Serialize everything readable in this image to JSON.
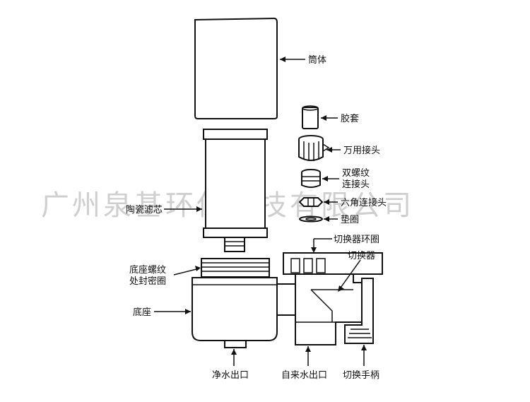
{
  "watermark": "广州泉基环保科技有限公司",
  "labels": {
    "tube": "筒体",
    "rubber_sleeve": "胶套",
    "universal_joint": "万用接头",
    "double_thread_1": "双螺纹",
    "double_thread_2": "连接头",
    "hex_joint": "六角连接头",
    "gasket": "垫圈",
    "ceramic_filter": "陶瓷滤芯",
    "switch_ring": "切换器环圈",
    "switch": "切换器",
    "base_seal_1": "底座螺纹",
    "base_seal_2": "处封密圈",
    "base": "底座",
    "clean_outlet": "净水出口",
    "tap_outlet": "自来水出口",
    "handle": "切换手柄"
  }
}
